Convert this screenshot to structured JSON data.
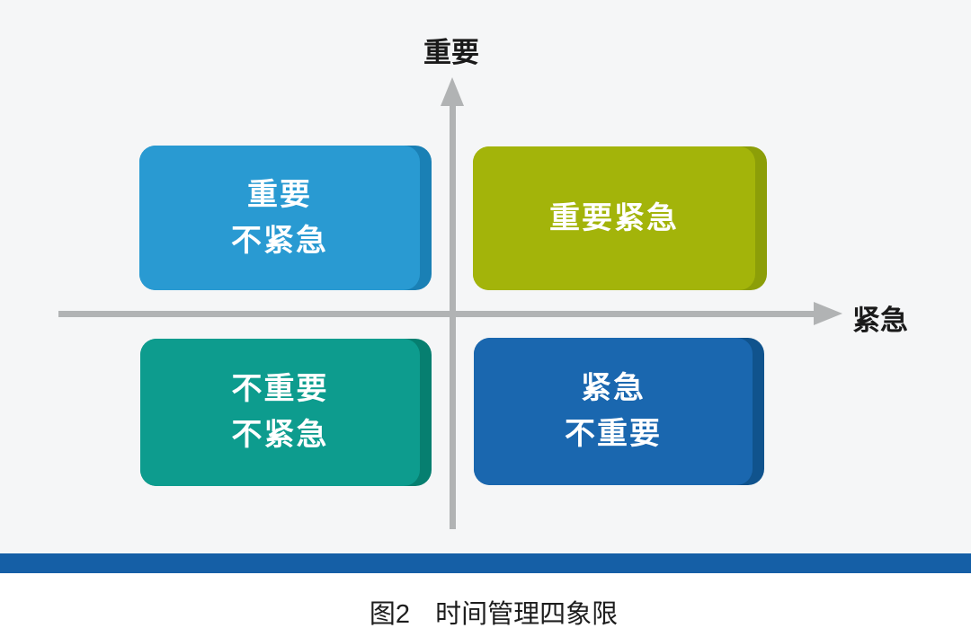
{
  "axes": {
    "y_label": "重要",
    "x_label": "紧急"
  },
  "quadrants": [
    {
      "id": "important-not-urgent",
      "position": "top-left",
      "lines": [
        "重要",
        "不紧急"
      ]
    },
    {
      "id": "important-urgent",
      "position": "top-right",
      "lines": [
        "重要紧急"
      ]
    },
    {
      "id": "not-important-not-urgent",
      "position": "bottom-left",
      "lines": [
        "不重要",
        "不紧急"
      ]
    },
    {
      "id": "urgent-not-important",
      "position": "bottom-right",
      "lines": [
        "紧急",
        "不重要"
      ]
    }
  ],
  "caption": {
    "figure_label": "图2",
    "figure_title": "时间管理四象限"
  },
  "colors": {
    "background": "#F5F6F7",
    "lower_background": "#FFFFFF",
    "axis": "#B1B3B4",
    "label_text": "#1A1A1A",
    "box_text": "#FFFFFF",
    "caption_text": "#1D1D1D",
    "bottom_bar": "#155FA6",
    "q_important_not_urgent_face": "#299AD2",
    "q_important_not_urgent_side": "#1A80B5",
    "q_important_urgent_face": "#A3B40A",
    "q_important_urgent_side": "#8C9E08",
    "q_not_important_not_urgent_face": "#0D9C8E",
    "q_not_important_not_urgent_side": "#067F70",
    "q_urgent_not_important_face": "#1A67AF",
    "q_urgent_not_important_side": "#10538D"
  }
}
